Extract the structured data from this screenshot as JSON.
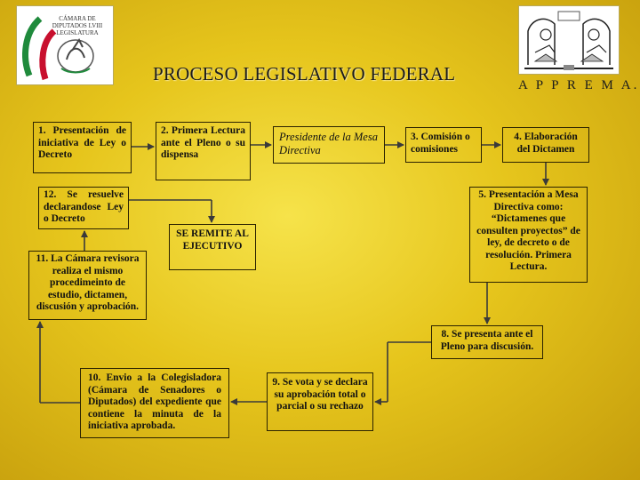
{
  "header": {
    "title": "PROCESO LEGISLATIVO FEDERAL",
    "association": "A P P R E M A. C."
  },
  "logos": {
    "left": {
      "label": "CÁMARA DE DIPUTADOS LVIII LEGISLATURA"
    }
  },
  "colors": {
    "background": "#e6c51c",
    "border": "#2b2200",
    "arrow": "#3a3a3a",
    "flag_green": "#1f8a3c",
    "flag_red": "#c8102e"
  },
  "steps": {
    "s1": "1. Presentación de iniciativa de Ley o Decreto",
    "s2": "2. Primera Lectura ante el Pleno o su dispensa",
    "president": "Presidente de la Mesa Directiva",
    "s3": "3. Comisión o comisiones",
    "s4": "4. Elaboración del Dictamen",
    "s5": "5. Presentación a Mesa Directiva como: “Dictamenes que consulten proyectos” de ley, de decreto o de resolución. Primera Lectura.",
    "s8": "8. Se presenta ante el Pleno para discusión.",
    "s9": "9. Se vota y se declara su aprobación total o parcial o su rechazo",
    "s10": "10. Envio a la Colegisladora (Cámara de Senadores o Diputados) del expediente que contiene la minuta de la iniciativa aprobada.",
    "s11": "11. La Cámara revisora realiza el mismo procedimeinto de estudio, dictamen, discusión y aprobación.",
    "s12": "12. Se resuelve declarandose Ley o Decreto",
    "ejecutivo": "SE REMITE AL EJECUTIVO"
  }
}
